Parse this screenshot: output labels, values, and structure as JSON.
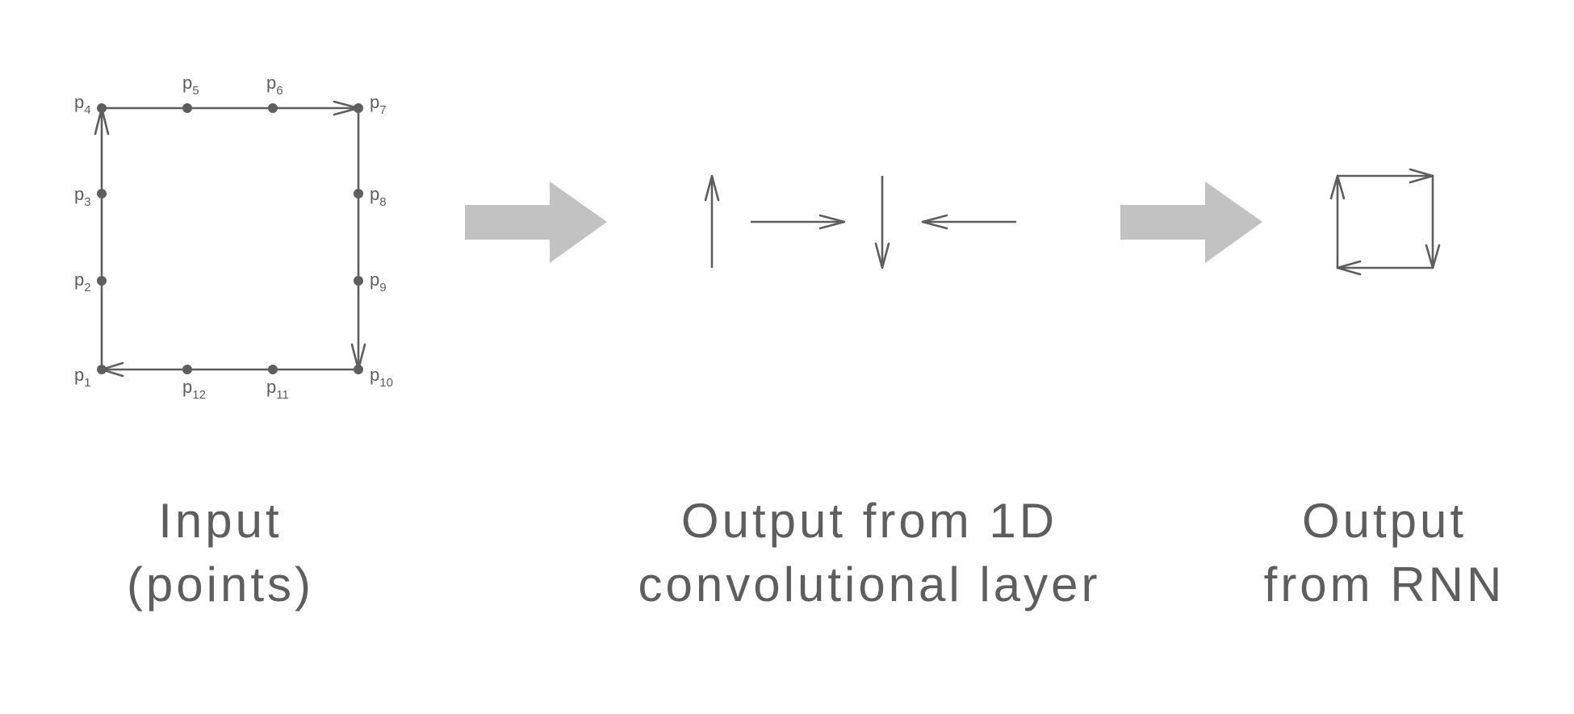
{
  "points": [
    {
      "name": "p",
      "sub": "1"
    },
    {
      "name": "p",
      "sub": "2"
    },
    {
      "name": "p",
      "sub": "3"
    },
    {
      "name": "p",
      "sub": "4"
    },
    {
      "name": "p",
      "sub": "5"
    },
    {
      "name": "p",
      "sub": "6"
    },
    {
      "name": "p",
      "sub": "7"
    },
    {
      "name": "p",
      "sub": "8"
    },
    {
      "name": "p",
      "sub": "9"
    },
    {
      "name": "p",
      "sub": "10"
    },
    {
      "name": "p",
      "sub": "11"
    },
    {
      "name": "p",
      "sub": "12"
    }
  ],
  "captions": {
    "input": [
      "Input",
      "(points)"
    ],
    "conv": [
      "Output from 1D",
      "convolutional layer"
    ],
    "rnn": [
      "Output",
      "from RNN"
    ]
  },
  "colors": {
    "stroke": "#5e5e5e",
    "flow_arrow": "#c2c2c2",
    "background": "#ffffff"
  }
}
